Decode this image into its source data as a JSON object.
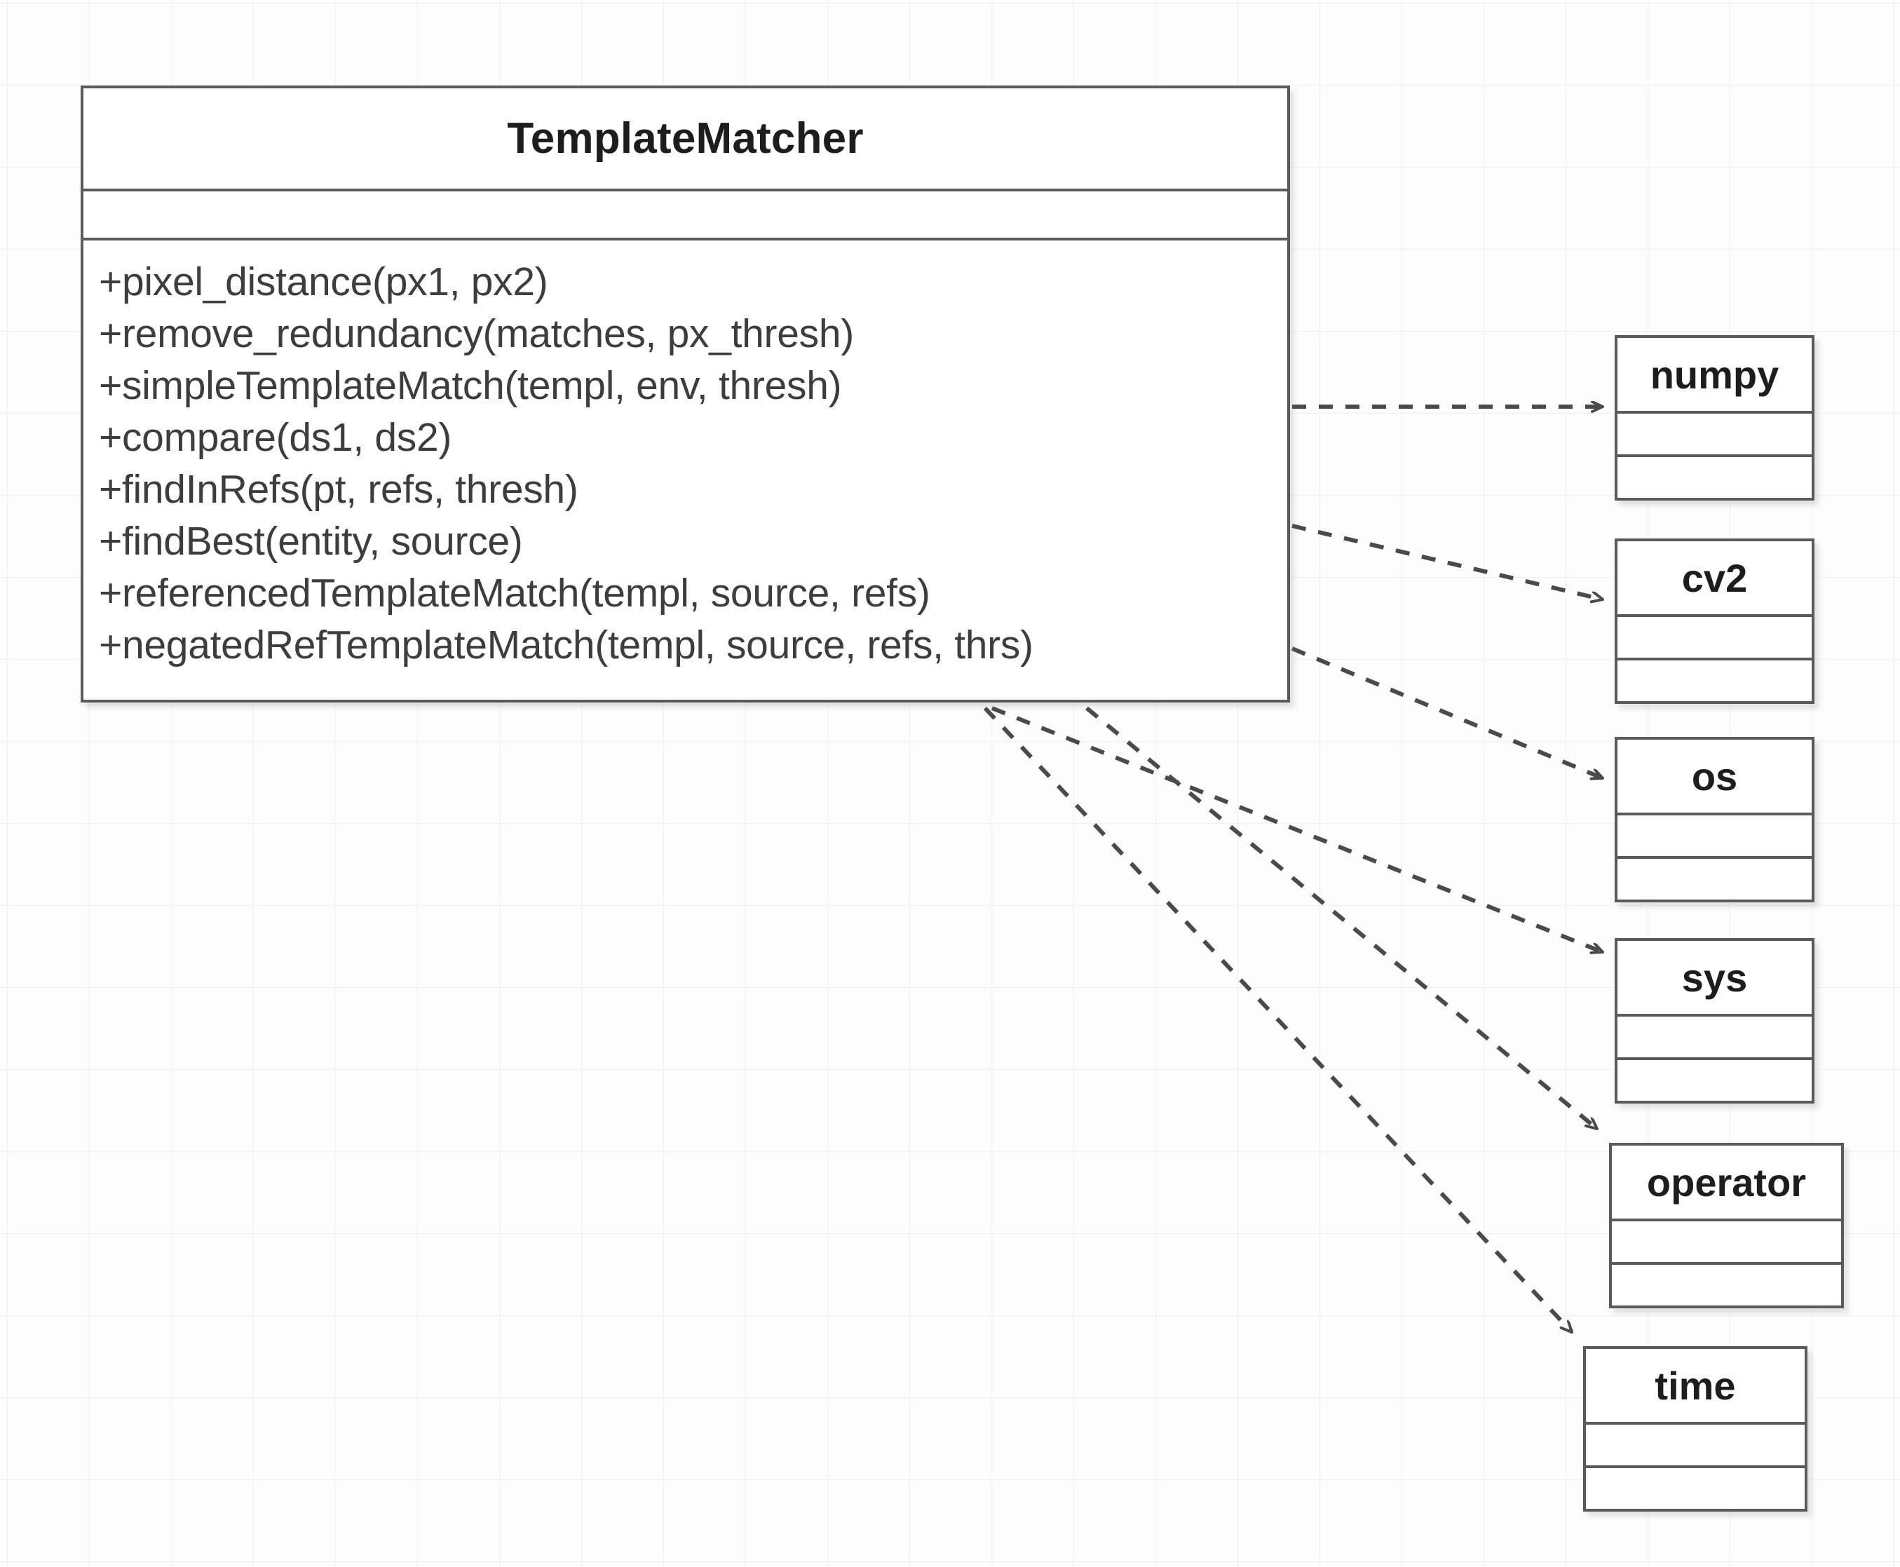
{
  "diagram": {
    "type": "uml-class-diagram",
    "background": "#fdfdfd",
    "grid_color": "#f0f0f0",
    "box_border_color": "#5a5a5a",
    "box_fill": "#ffffff",
    "text_color": "#3d3d3d",
    "edge_style": "dashed-open-arrow-dependency"
  },
  "main_class": {
    "name": "TemplateMatcher",
    "attributes": [],
    "methods": [
      "+pixel_distance(px1, px2)",
      "+remove_redundancy(matches, px_thresh)",
      "+simpleTemplateMatch(templ, env, thresh)",
      "+compare(ds1, ds2)",
      "+findInRefs(pt, refs, thresh)",
      "+findBest(entity, source)",
      "+referencedTemplateMatch(templ, source, refs)",
      "+negatedRefTemplateMatch(templ, source, refs, thrs)"
    ]
  },
  "modules": [
    {
      "name": "numpy"
    },
    {
      "name": "cv2"
    },
    {
      "name": "os"
    },
    {
      "name": "sys"
    },
    {
      "name": "operator"
    },
    {
      "name": "time"
    }
  ],
  "dependencies": [
    {
      "from": "TemplateMatcher",
      "to": "numpy"
    },
    {
      "from": "TemplateMatcher",
      "to": "cv2"
    },
    {
      "from": "TemplateMatcher",
      "to": "os"
    },
    {
      "from": "TemplateMatcher",
      "to": "sys"
    },
    {
      "from": "TemplateMatcher",
      "to": "operator"
    },
    {
      "from": "TemplateMatcher",
      "to": "time"
    }
  ]
}
